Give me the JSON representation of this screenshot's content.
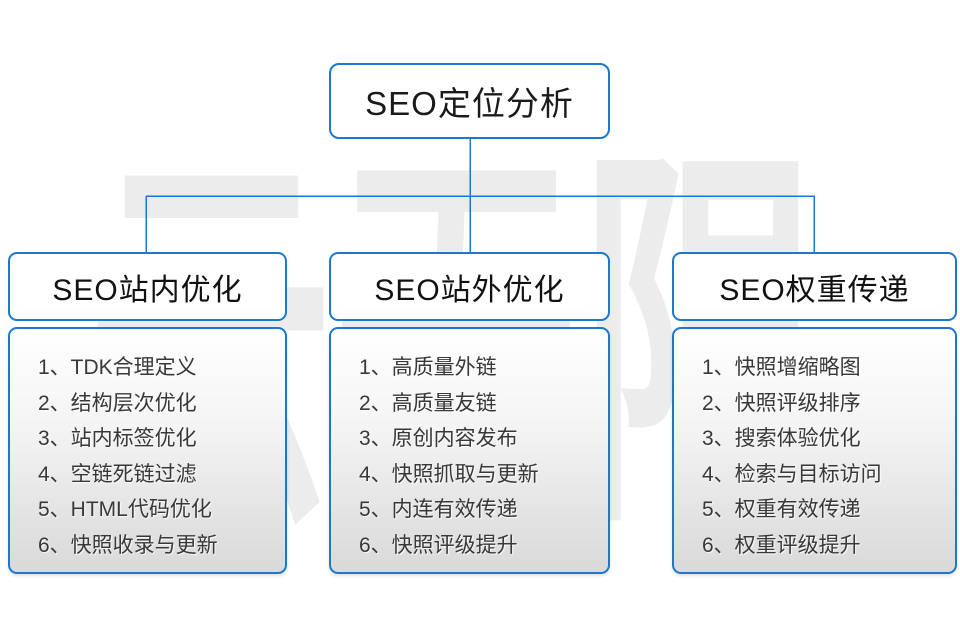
{
  "watermark": "云无限",
  "colors": {
    "accent_border": "#1a78d2",
    "connector": "#1a78d2",
    "body_gradient_top": "#ffffff",
    "body_gradient_bottom": "#d9d9d9"
  },
  "root": {
    "title": "SEO定位分析"
  },
  "panels": [
    {
      "title": "SEO站内优化",
      "items": [
        "1、TDK合理定义",
        "2、结构层次优化",
        "3、站内标签优化",
        "4、空链死链过滤",
        "5、HTML代码优化",
        "6、快照收录与更新"
      ]
    },
    {
      "title": "SEO站外优化",
      "items": [
        "1、高质量外链",
        "2、高质量友链",
        "3、原创内容发布",
        "4、快照抓取与更新",
        "5、内连有效传递",
        "6、快照评级提升"
      ]
    },
    {
      "title": "SEO权重传递",
      "items": [
        "1、快照增缩略图",
        "2、快照评级排序",
        "3、搜索体验优化",
        "4、检索与目标访问",
        "5、权重有效传递",
        "6、权重评级提升"
      ]
    }
  ]
}
